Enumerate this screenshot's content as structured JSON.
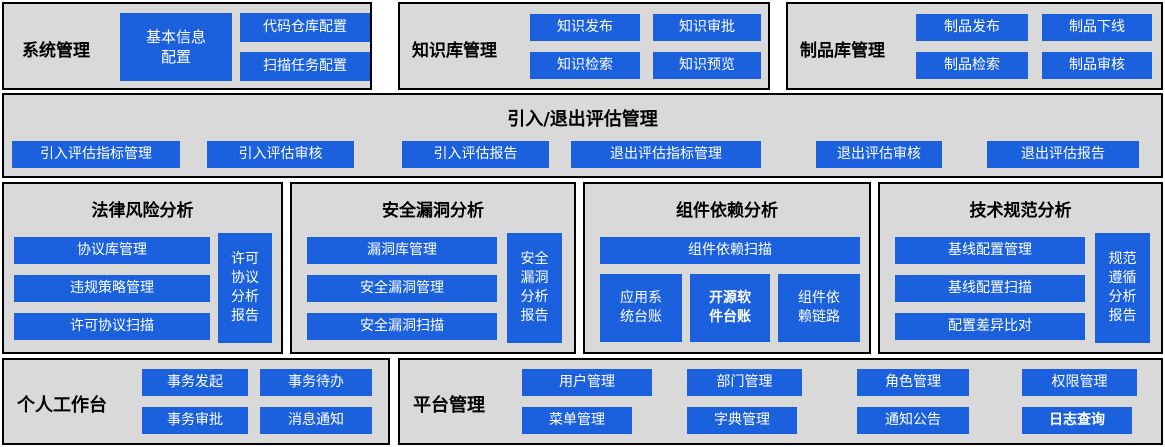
{
  "colors": {
    "accent": "#1b61de",
    "panel_bg": "#d9d9d9",
    "button_text": "#ffffff",
    "title_text": "#000000"
  },
  "panels": {
    "system": {
      "title": "系统管理",
      "buttons": {
        "basic_info": "基本信息\n配置",
        "code_repo": "代码仓库配置",
        "scan_task": "扫描任务配置"
      }
    },
    "knowledge": {
      "title": "知识库管理",
      "buttons": {
        "publish": "知识发布",
        "approve": "知识审批",
        "search": "知识检索",
        "preview": "知识预览"
      }
    },
    "artifact": {
      "title": "制品库管理",
      "buttons": {
        "publish": "制品发布",
        "offline": "制品下线",
        "search": "制品检索",
        "review": "制品审核"
      }
    },
    "evaluation": {
      "title": "引入/退出评估管理",
      "buttons": {
        "intro_metrics": "引入评估指标管理",
        "intro_review": "引入评估审核",
        "intro_report": "引入评估报告",
        "exit_metrics": "退出评估指标管理",
        "exit_review": "退出评估审核",
        "exit_report": "退出评估报告"
      }
    },
    "legal": {
      "title": "法律风险分析",
      "buttons": {
        "protocol_lib": "协议库管理",
        "violation_policy": "违规策略管理",
        "license_scan": "许可协议扫描",
        "license_report": "许可\n协议\n分析\n报告"
      }
    },
    "vuln": {
      "title": "安全漏洞分析",
      "buttons": {
        "vuln_lib": "漏洞库管理",
        "vuln_mgmt": "安全漏洞管理",
        "vuln_scan": "安全漏洞扫描",
        "vuln_report": "安全\n漏洞\n分析\n报告"
      }
    },
    "dependency": {
      "title": "组件依赖分析",
      "buttons": {
        "dep_scan": "组件依赖扫描",
        "app_ledger": "应用系\n统台账",
        "oss_ledger": "开源软\n件台账",
        "dep_chain": "组件依\n赖链路"
      }
    },
    "tech": {
      "title": "技术规范分析",
      "buttons": {
        "baseline_mgmt": "基线配置管理",
        "baseline_scan": "基线配置扫描",
        "config_diff": "配置差异比对",
        "spec_report": "规范\n遵循\n分析\n报告"
      }
    },
    "workspace": {
      "title": "个人工作台",
      "buttons": {
        "initiate": "事务发起",
        "todo": "事务待办",
        "approve": "事务审批",
        "notify": "消息通知"
      }
    },
    "platform": {
      "title": "平台管理",
      "buttons": {
        "user": "用户管理",
        "dept": "部门管理",
        "role": "角色管理",
        "perm": "权限管理",
        "menu": "菜单管理",
        "dict": "字典管理",
        "notice": "通知公告",
        "log": "日志查询"
      }
    }
  }
}
